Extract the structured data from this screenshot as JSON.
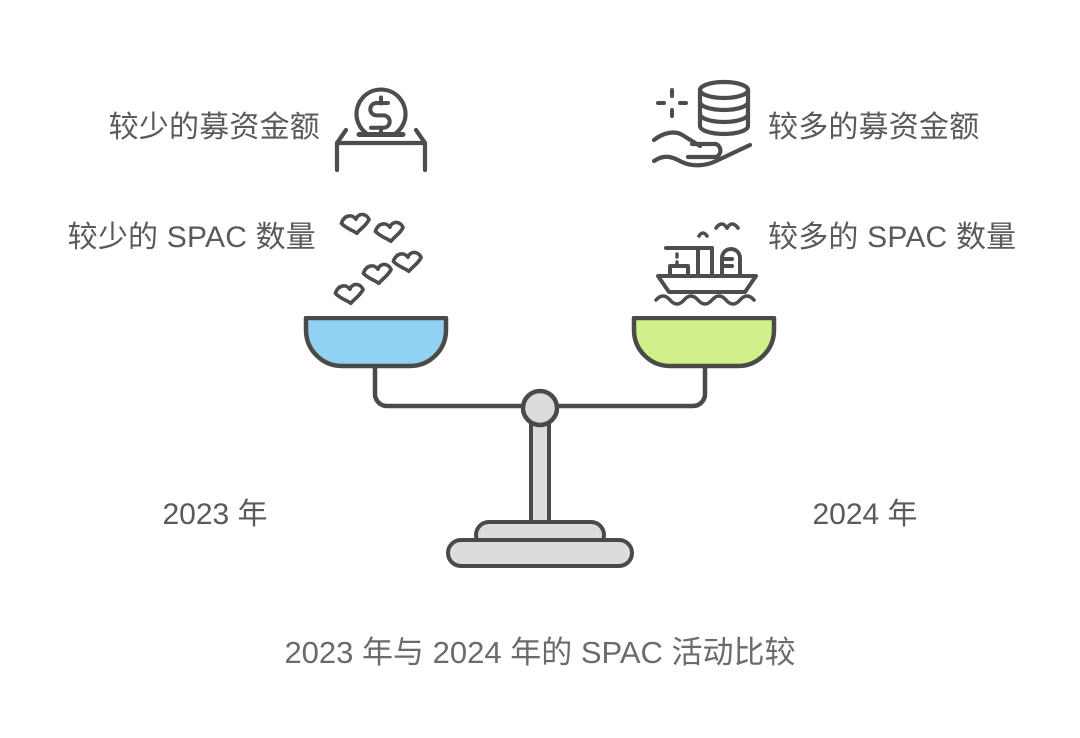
{
  "infographic": {
    "caption": "2023 年与 2024 年的 SPAC 活动比较",
    "left_side": {
      "year_label": "2023 年",
      "funding_label": "较少的募资金额",
      "count_label": "较少的 SPAC 数量",
      "pan_color": "#8fd2f4",
      "funding_icon": "money-box-icon",
      "count_icon": "birds-flock-icon"
    },
    "right_side": {
      "year_label": "2024 年",
      "funding_label": "较多的募资金额",
      "count_label": "较多的 SPAC 数量",
      "pan_color": "#d2f08a",
      "funding_icon": "hand-with-coins-icon",
      "count_icon": "cargo-ship-icon"
    },
    "colors": {
      "text": "#5a5a5a",
      "caption_text": "#6b6b6b",
      "outline": "#4a4a4a",
      "icon_stroke": "#4d4d4d",
      "scale_metal": "#d8d8d8",
      "background": "#ffffff"
    },
    "chart_data": {
      "type": "bar",
      "title": "2023 年与 2024 年的 SPAC 活动比较",
      "categories": [
        "2023 年",
        "2024 年"
      ],
      "series": [
        {
          "name": "募资金额",
          "values": [
            "较少的募资金额",
            "较多的募资金额"
          ]
        },
        {
          "name": "SPAC 数量",
          "values": [
            "较少的 SPAC 数量",
            "较多的 SPAC 数量"
          ]
        }
      ],
      "xlabel": "",
      "ylabel": "",
      "note": "Balance-scale metaphor: both pans are level; left pan blue (2023), right pan green (2024)."
    }
  }
}
